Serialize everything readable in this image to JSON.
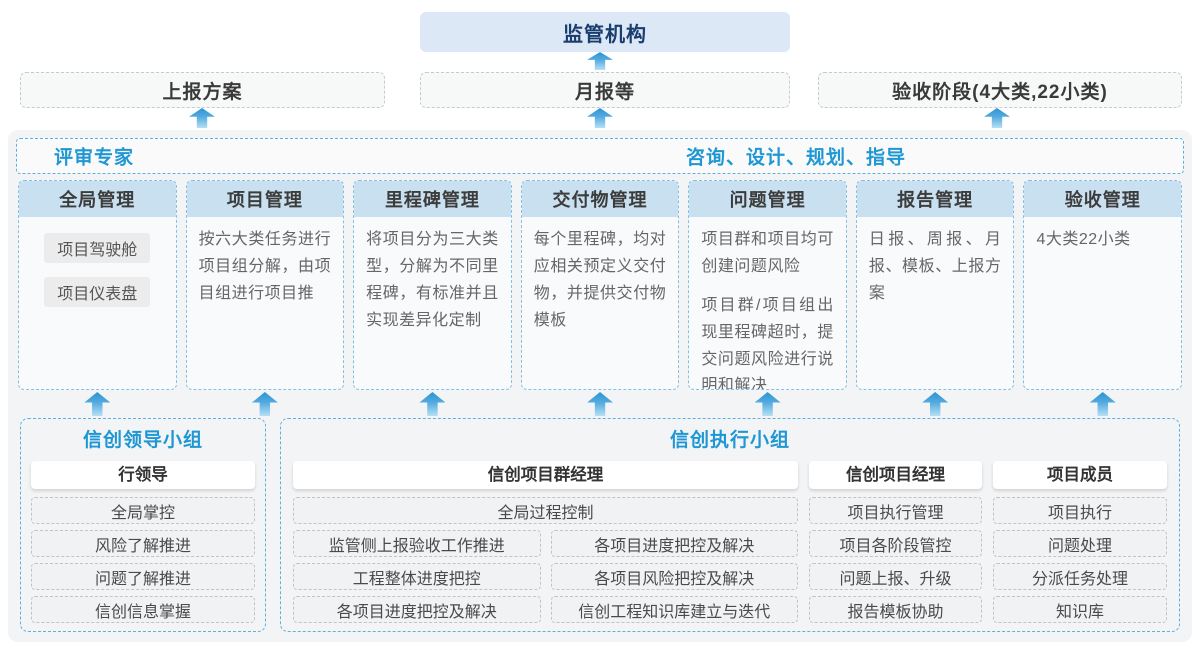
{
  "palette": {
    "accent_blue": "#1e97d4",
    "navy_title": "#1a3e70",
    "header_band": "#c9e0f0",
    "regulator_bg": "#dce8f5",
    "panel_bg": "#f3f4f5",
    "arrow_gradient_top": "#2b94d2",
    "arrow_gradient_bottom": "#b5e0f5"
  },
  "top": {
    "regulator": "监管机构"
  },
  "flow_boxes": [
    "上报方案",
    "月报等",
    "验收阶段(4大类,22小类)"
  ],
  "expert_bar": {
    "left": "评审专家",
    "right": "咨询、设计、规划、指导"
  },
  "columns": [
    {
      "title": "全局管理",
      "tags": [
        "项目驾驶舱",
        "项目仪表盘"
      ]
    },
    {
      "title": "项目管理",
      "paragraphs": [
        "按六大类任务进行项目组分解，由项目组进行项目推"
      ]
    },
    {
      "title": "里程碑管理",
      "paragraphs": [
        "将项目分为三大类型，分解为不同里程碑，有标准并且实现差异化定制"
      ]
    },
    {
      "title": "交付物管理",
      "paragraphs": [
        "每个里程碑，均对应相关预定义交付物，并提供交付物模板"
      ]
    },
    {
      "title": "问题管理",
      "paragraphs": [
        "项目群和项目均可创建问题风险",
        "项目群/项目组出现里程碑超时，提交问题风险进行说明和解决"
      ]
    },
    {
      "title": "报告管理",
      "paragraphs": [
        "日报、周报、月报、模板、上报方案"
      ]
    },
    {
      "title": "验收管理",
      "paragraphs": [
        "4大类22小类"
      ]
    }
  ],
  "groups": {
    "leader": {
      "title": "信创领导小组",
      "role": "行领导",
      "items": [
        "全局掌控",
        "风险了解推进",
        "问题了解推进",
        "信创信息掌握"
      ]
    },
    "exec": {
      "title": "信创执行小组",
      "blocks": [
        {
          "role": "信创项目群经理",
          "full_item": "全局过程控制",
          "left_items": [
            "监管侧上报验收工作推进",
            "工程整体进度把控",
            "各项目进度把控及解决"
          ],
          "right_items": [
            "各项目进度把控及解决",
            "各项目风险把控及解决",
            "信创工程知识库建立与迭代"
          ]
        },
        {
          "role": "信创项目经理",
          "items": [
            "项目执行管理",
            "项目各阶段管控",
            "问题上报、升级",
            "报告模板协助"
          ]
        },
        {
          "role": "项目成员",
          "items": [
            "项目执行",
            "问题处理",
            "分派任务处理",
            "知识库"
          ]
        }
      ]
    }
  }
}
